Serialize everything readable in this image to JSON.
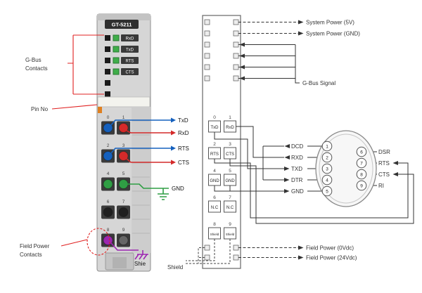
{
  "module": {
    "model": "GT-5211",
    "led_labels": [
      "RxD",
      "TxD",
      "RTS",
      "CTS"
    ],
    "pin_numbers": [
      "0",
      "1",
      "2",
      "3",
      "4",
      "5",
      "6",
      "7",
      "8",
      "9"
    ],
    "wire_labels": [
      "TxD",
      "RxD",
      "RTS",
      "CTS",
      "GND"
    ],
    "annotations": {
      "gbus_line1": "G-Bus",
      "gbus_line2": "Contacts",
      "pin_no": "Pin No",
      "field_line1": "Field Power",
      "field_line2": "Contacts",
      "shield_short": "Shie"
    }
  },
  "schematic": {
    "pin_numbers": [
      "0",
      "1",
      "2",
      "3",
      "4",
      "5",
      "6",
      "7",
      "8",
      "9"
    ],
    "pin_boxes": [
      "TxD",
      "RxD",
      "RTS",
      "CTS",
      "GND",
      "GND",
      "N.C",
      "N.C",
      "Shield",
      "Shield"
    ],
    "power_labels": [
      "System Power (5V)",
      "System Power (GND)"
    ],
    "gbus_label": "G-Bus Signal",
    "field_labels": [
      "Field Power (0Vdc)",
      "Field Power (24Vdc)"
    ],
    "shield_label": "Shield",
    "db9": {
      "left": [
        {
          "pin": "1",
          "name": "DCD"
        },
        {
          "pin": "2",
          "name": "RXD"
        },
        {
          "pin": "3",
          "name": "TXD"
        },
        {
          "pin": "4",
          "name": "DTR"
        },
        {
          "pin": "5",
          "name": "GND"
        }
      ],
      "right": [
        {
          "pin": "6",
          "name": "DSR"
        },
        {
          "pin": "7",
          "name": "RTS"
        },
        {
          "pin": "8",
          "name": "CTS"
        },
        {
          "pin": "9",
          "name": "RI"
        }
      ]
    }
  },
  "colors": {
    "annotation": "#e02020",
    "blue": "#1560bd",
    "red": "#d42a2a",
    "green": "#2f9e44",
    "purple": "#9c27b0",
    "led": "#3fae49",
    "pin_black": "#1f1f1f",
    "pin_gray": "#666666"
  }
}
